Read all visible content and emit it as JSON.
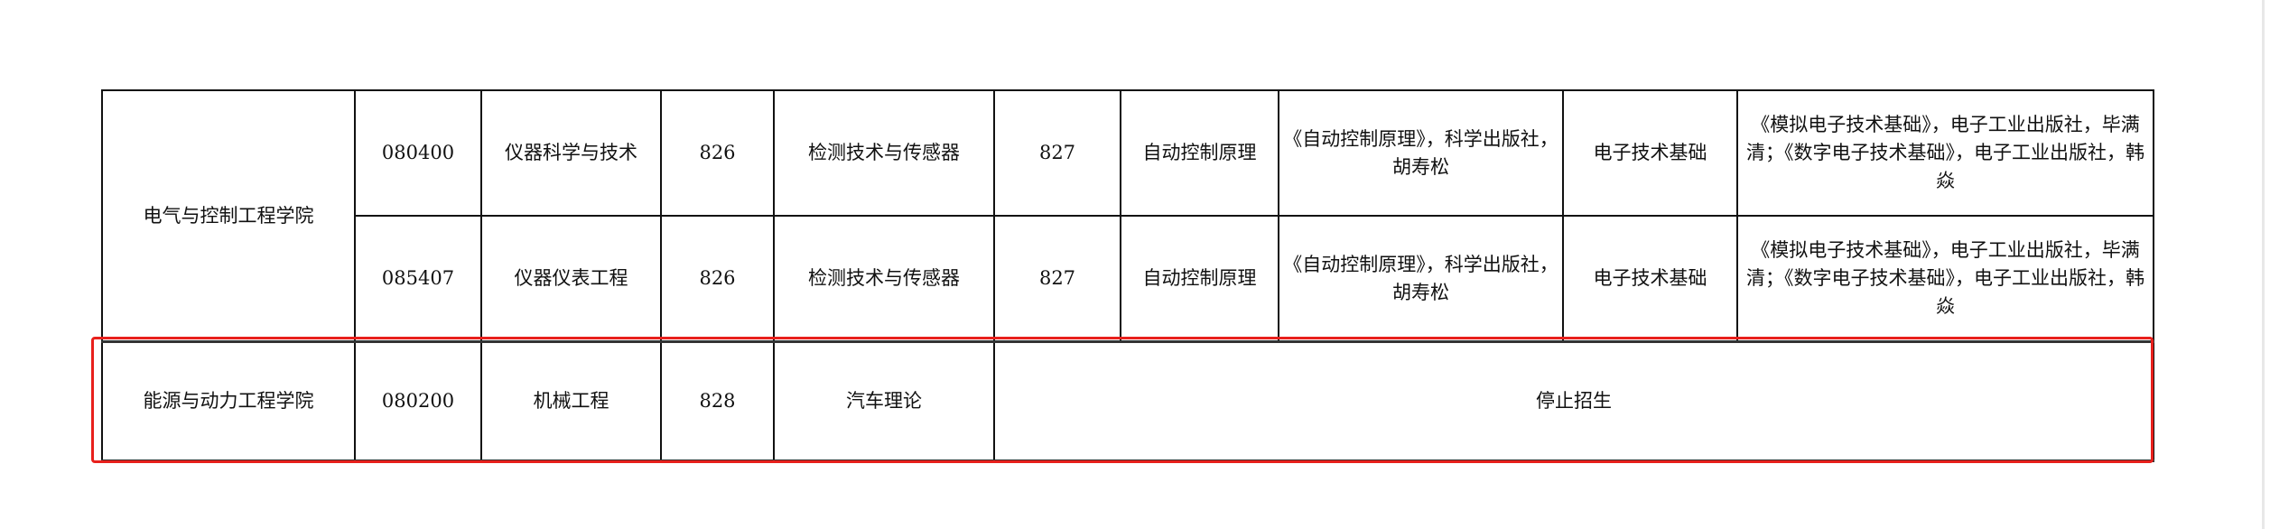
{
  "rows": [
    {
      "college": "电气与控制工程学院",
      "code": "080400",
      "major": "仪器科学与技术",
      "exam1_code": "826",
      "exam1_name": "检测技术与传感器",
      "exam2_code": "827",
      "exam2_name": "自动控制原理",
      "exam2_book": "《自动控制原理》，科学出版社，胡寿松",
      "retest_subject": "电子技术基础",
      "retest_books": "《模拟电子技术基础》，电子工业出版社，毕满清；《数字电子技术基础》，电子工业出版社，韩焱"
    },
    {
      "code": "085407",
      "major": "仪器仪表工程",
      "exam1_code": "826",
      "exam1_name": "检测技术与传感器",
      "exam2_code": "827",
      "exam2_name": "自动控制原理",
      "exam2_book": "《自动控制原理》，科学出版社，胡寿松",
      "retest_subject": "电子技术基础",
      "retest_books": "《模拟电子技术基础》，电子工业出版社，毕满清；《数字电子技术基础》，电子工业出版社，韩焱"
    },
    {
      "college": "能源与动力工程学院",
      "code": "080200",
      "major": "机械工程",
      "exam1_code": "828",
      "exam1_name": "汽车理论",
      "status": "停止招生"
    }
  ],
  "highlight_color": "#e8201c"
}
